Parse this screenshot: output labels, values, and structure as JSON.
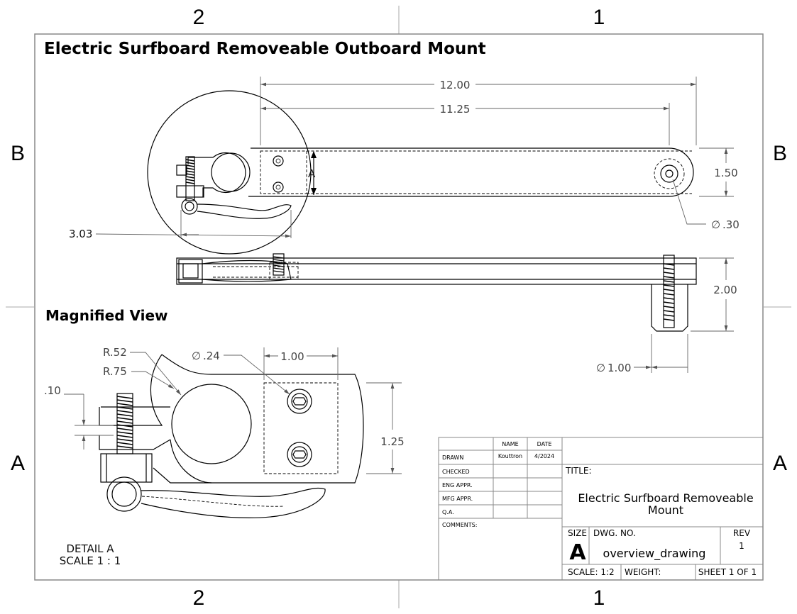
{
  "zones": {
    "top_left": "2",
    "top_right": "1",
    "bottom_left": "2",
    "bottom_right": "1",
    "left_upper": "B",
    "left_lower": "A",
    "right_upper": "B",
    "right_lower": "A"
  },
  "drawing_title": "Electric Surfboard Removeable Outboard Mount",
  "magnified_label": "Magnified View",
  "detail": {
    "line1": "DETAIL A",
    "line2": "SCALE 1 : 1"
  },
  "section_marker": "A",
  "dimensions": {
    "overall_length": "12.00",
    "hole_span": "11.25",
    "width": "1.50",
    "hole_dia": ".30",
    "lever_length": "3.03",
    "height": "2.00",
    "boss_dia": "1.00",
    "detail_inner_r": "R.52",
    "detail_outer_r": "R.75",
    "detail_slot": ".10",
    "detail_screw_dia": ".24",
    "detail_pocket_len": "1.00",
    "detail_pocket_w": "1.25"
  },
  "dia_symbol": "∅",
  "title_block": {
    "col_name": "NAME",
    "col_date": "DATE",
    "rows": [
      {
        "label": "DRAWN",
        "name": "Kouttron",
        "date": "4/2024"
      },
      {
        "label": "CHECKED",
        "name": "",
        "date": ""
      },
      {
        "label": "ENG APPR.",
        "name": "",
        "date": ""
      },
      {
        "label": "MFG APPR.",
        "name": "",
        "date": ""
      },
      {
        "label": "Q.A.",
        "name": "",
        "date": ""
      }
    ],
    "comments_label": "COMMENTS:",
    "title_label": "TITLE:",
    "title_line1": "Electric Surfboard Removeable",
    "title_line2": "Mount",
    "size_label": "SIZE",
    "size_value": "A",
    "dwg_no_label": "DWG.  NO.",
    "dwg_no_value": "overview_drawing",
    "rev_label": "REV",
    "rev_value": "1",
    "scale": "SCALE: 1:2",
    "weight": "WEIGHT:",
    "sheet": "SHEET 1 OF 1"
  }
}
